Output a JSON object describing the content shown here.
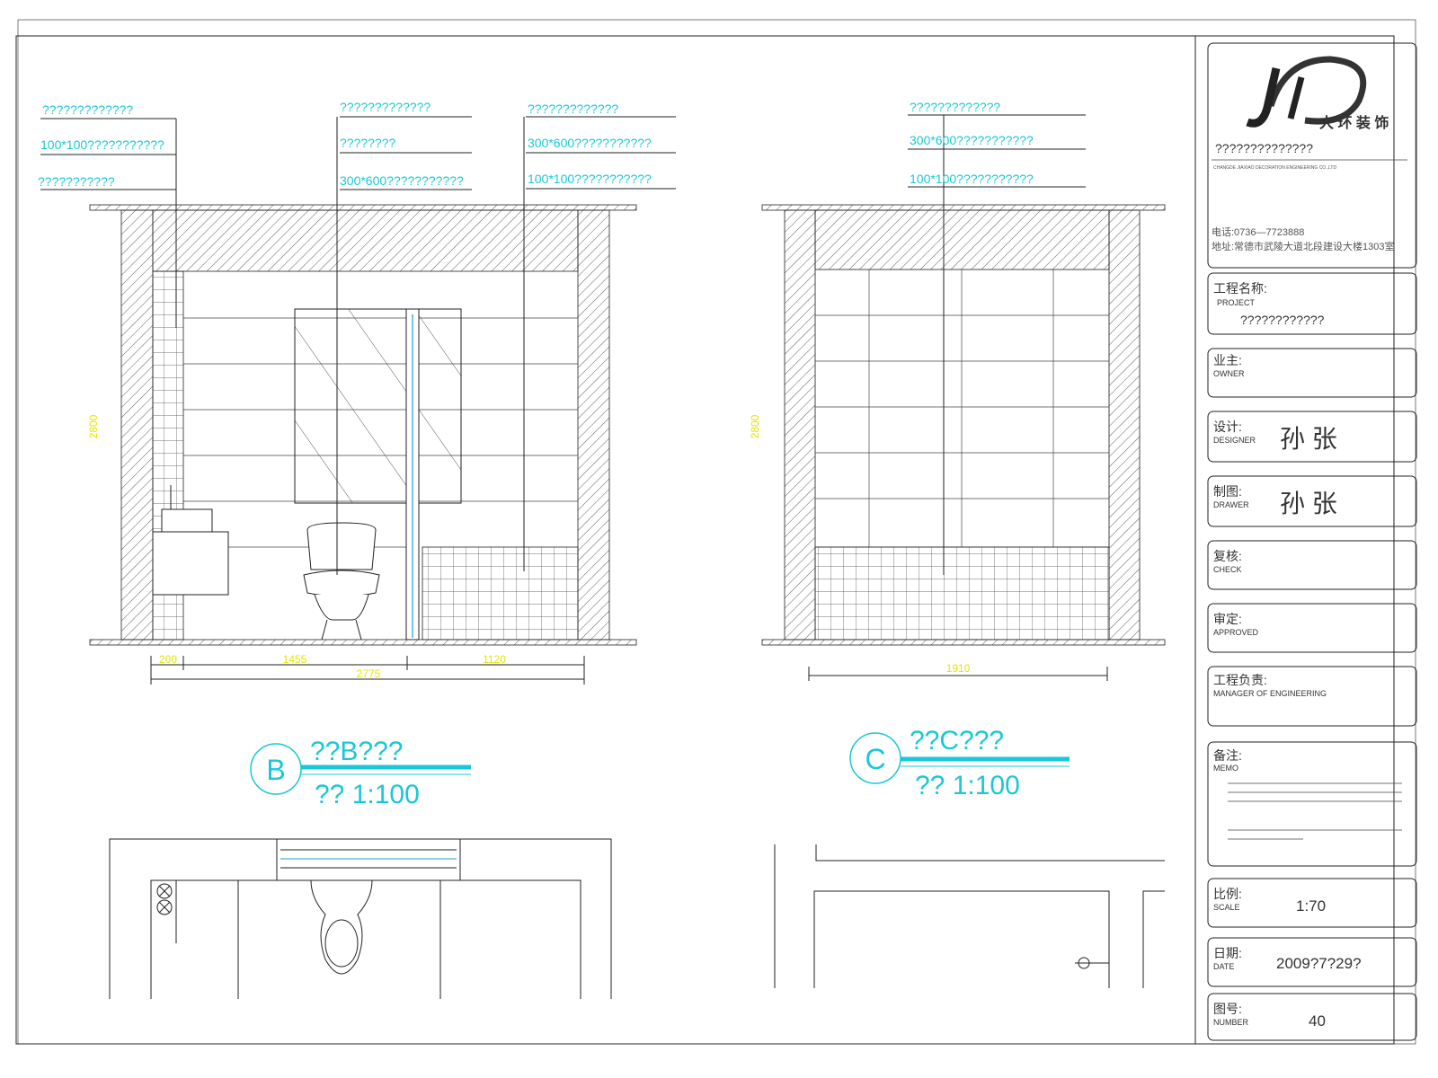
{
  "sheet": {
    "elevation_b": {
      "callouts": {
        "left": [
          "?????????????",
          "100*100???????????",
          "???????????"
        ],
        "center": [
          "?????????????",
          "????????",
          "300*600???????????"
        ],
        "right": [
          "?????????????",
          "300*600???????????",
          "100*100???????????"
        ]
      },
      "height_dim": "2800",
      "dims": {
        "d1": "200",
        "d2": "1455",
        "d3": "1120",
        "total": "2775"
      },
      "tag": {
        "letter": "B",
        "name": "??B???",
        "scale": "?? 1:100"
      }
    },
    "elevation_c": {
      "callouts": [
        "?????????????",
        "300*600???????????",
        "100*100???????????"
      ],
      "height_dim": "2800",
      "width_dim": "1910",
      "tag": {
        "letter": "C",
        "name": "??C???",
        "scale": "?? 1:100"
      }
    }
  },
  "title_block": {
    "company_name": "??????????????",
    "company_en": "CHANGDE JIAXIAO DECORATION ENGINEERING CO.,LTD",
    "phone": "电话:0736—7723888",
    "address": "地址:常德市武陵大道北段建设大楼1303室",
    "fields": {
      "project": {
        "cn": "工程名称:",
        "en": "PROJECT",
        "value": "????????????"
      },
      "owner": {
        "cn": "业主:",
        "en": "OWNER",
        "value": ""
      },
      "designer": {
        "cn": "设计:",
        "en": "DESIGNER",
        "value": "孙 张"
      },
      "drawer": {
        "cn": "制图:",
        "en": "DRAWER",
        "value": "孙 张"
      },
      "check": {
        "cn": "复核:",
        "en": "CHECK",
        "value": ""
      },
      "approved": {
        "cn": "审定:",
        "en": "APPROVED",
        "value": ""
      },
      "manager": {
        "cn": "工程负责:",
        "en": "MANAGER OF ENGINEERING",
        "value": ""
      },
      "memo": {
        "cn": "备注:",
        "en": "MEMO",
        "value": ""
      },
      "scale": {
        "cn": "比例:",
        "en": "SCALE",
        "value": "1:70"
      },
      "date": {
        "cn": "日期:",
        "en": "DATE",
        "value": "2009?7?29?"
      },
      "number": {
        "cn": "图号:",
        "en": "NUMBER",
        "value": "40"
      }
    }
  },
  "colors": {
    "annotation": "#19c8d8",
    "dimension": "#e6e600",
    "linework": "#222222"
  }
}
